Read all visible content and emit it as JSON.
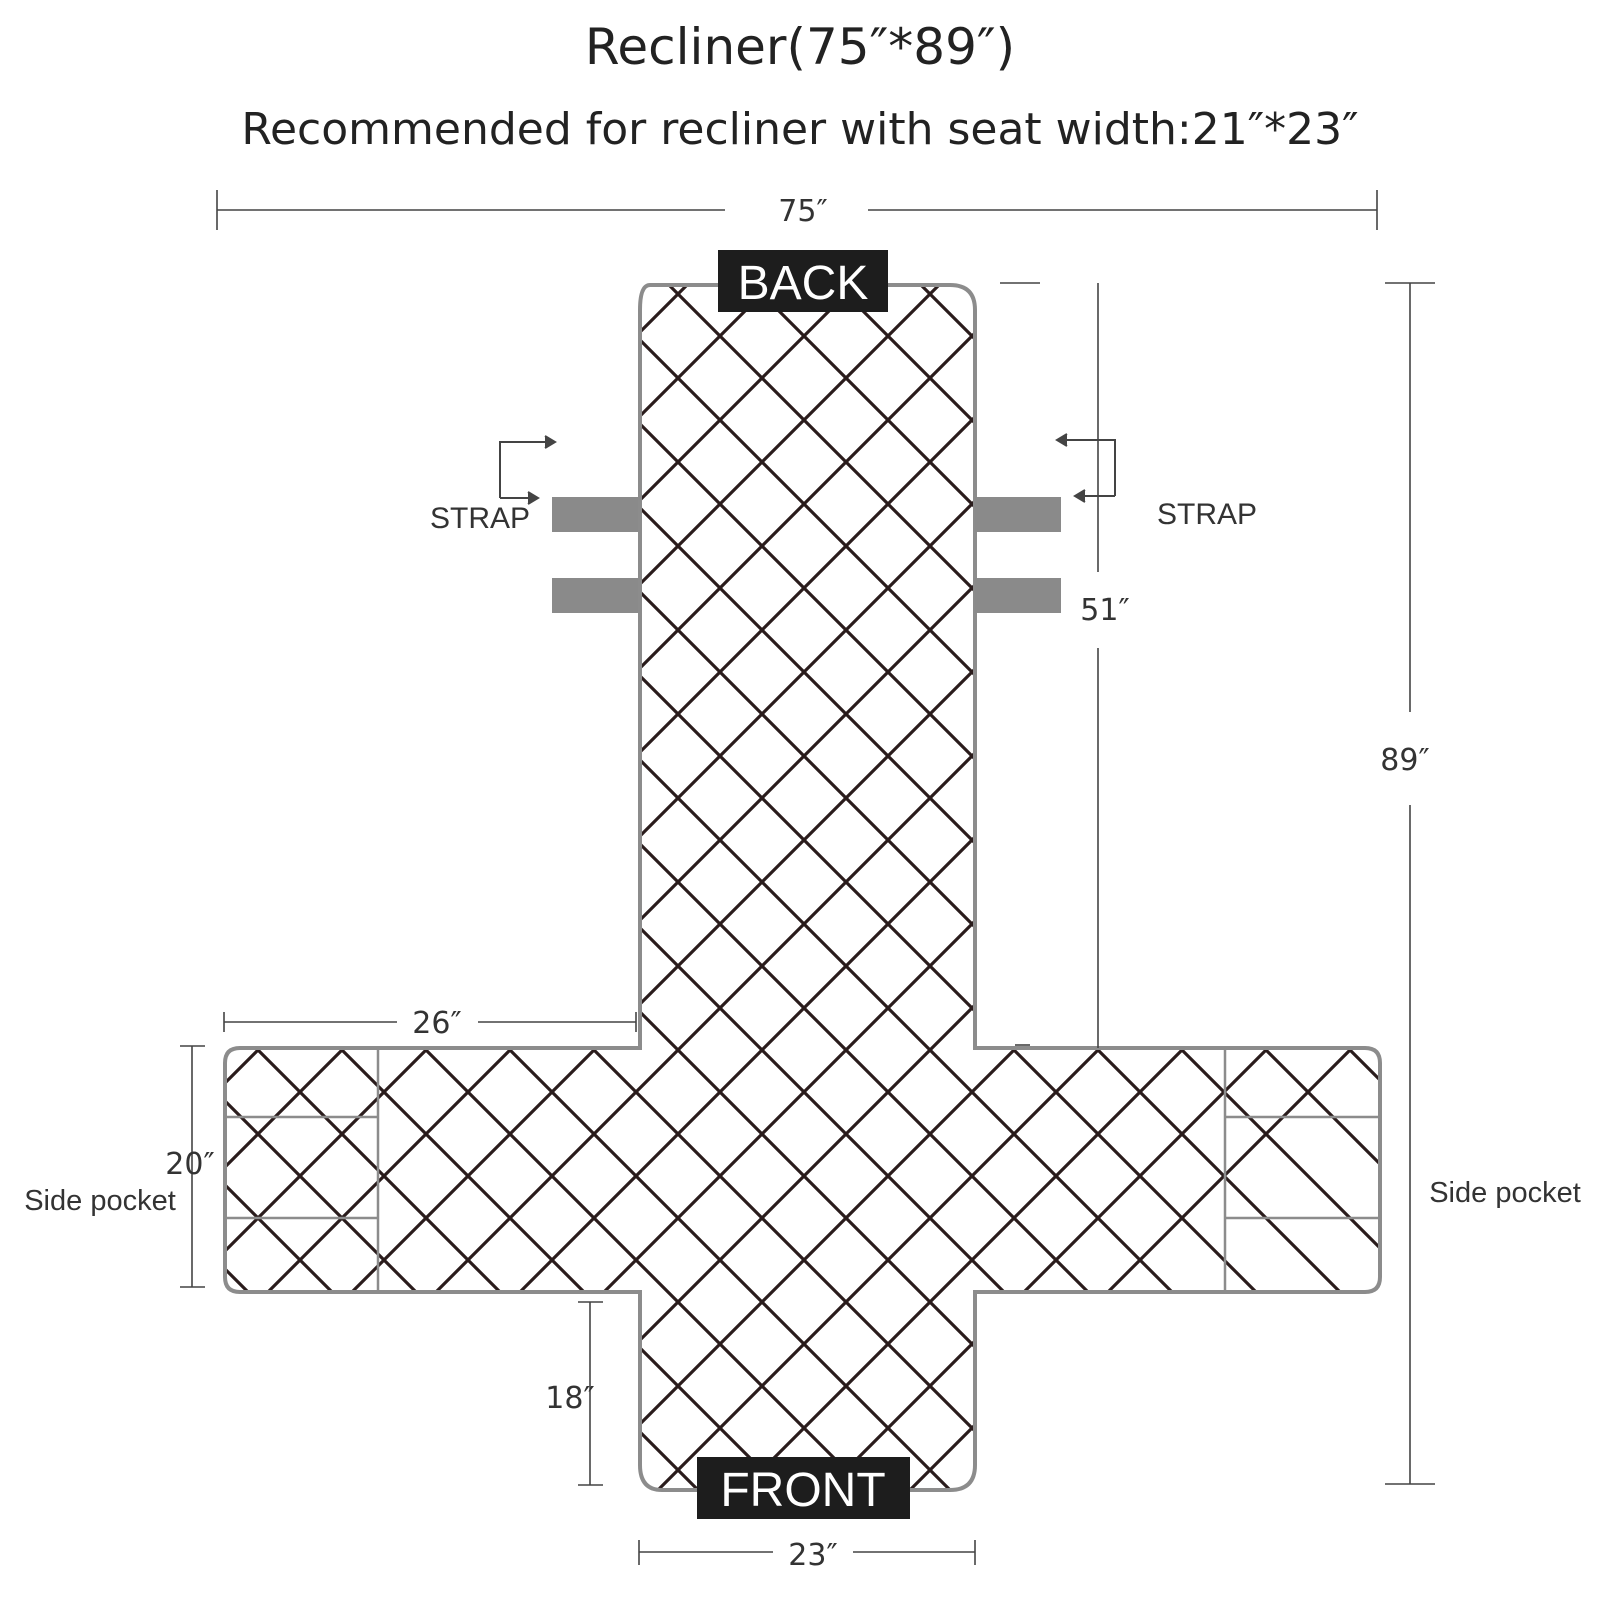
{
  "title": "Recliner(75″*89″)",
  "subtitle": "Recommended for recliner with seat width:21″*23″",
  "labels": {
    "back": "BACK",
    "front": "FRONT",
    "strap_left": "STRAP",
    "strap_right": "STRAP",
    "side_pocket_left": "Side pocket",
    "side_pocket_right": "Side pocket"
  },
  "dimensions": {
    "total_width": "75″",
    "total_length": "89″",
    "back_length": "51″",
    "arm_length": "26″",
    "arm_width": "20″",
    "front_length": "18″",
    "seat_width": "23″"
  },
  "colors": {
    "pattern_line": "#2a1c1c",
    "outline": "#8c8c8c",
    "strap": "#8a8a8a",
    "tag_bg": "#1d1d1d",
    "dim_line": "#444444"
  }
}
